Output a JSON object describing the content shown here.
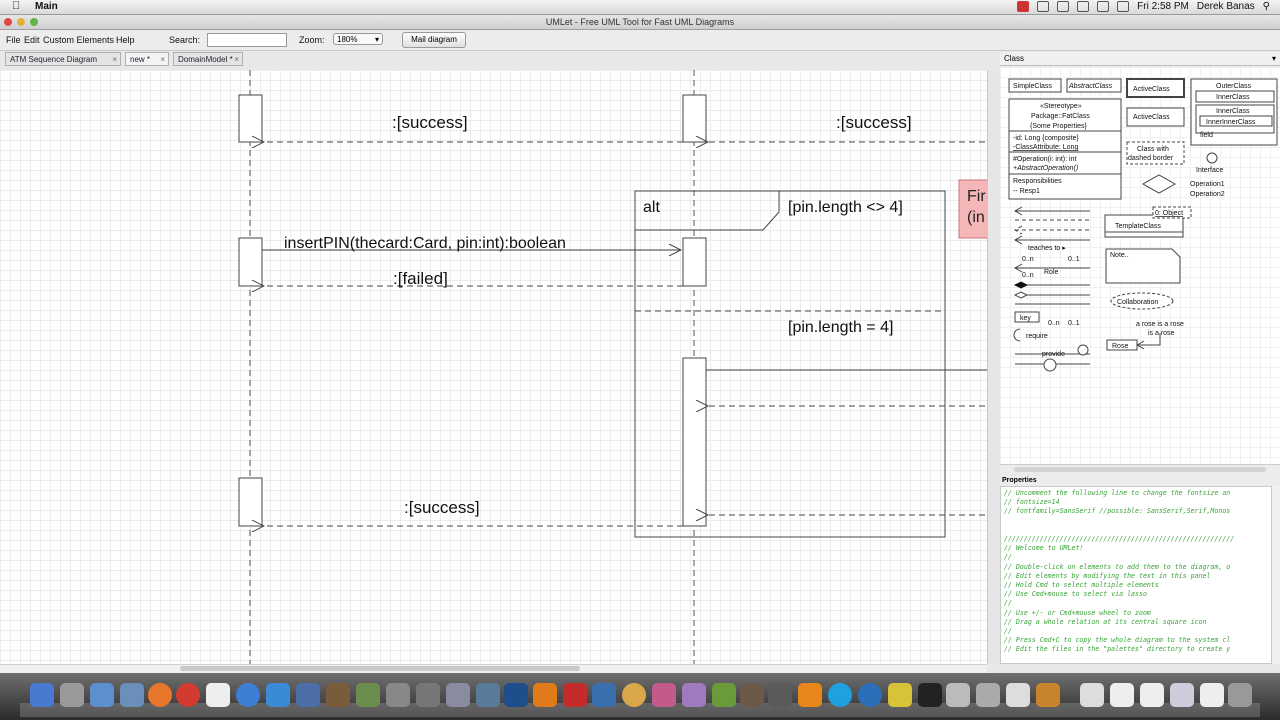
{
  "menubar": {
    "app_name": "Main",
    "clock": "Fri 2:58 PM",
    "user": "Derek Banas"
  },
  "window": {
    "title": "UMLet - Free UML Tool for Fast UML Diagrams"
  },
  "menu": {
    "file": "File",
    "edit": "Edit",
    "custom_elements": "Custom Elements",
    "help": "Help"
  },
  "toolbar": {
    "search_label": "Search:",
    "search_value": "",
    "zoom_label": "Zoom:",
    "zoom_value": "180%",
    "mail_button": "Mail diagram"
  },
  "tabs": [
    {
      "label": "ATM Sequence Diagram",
      "close": "×"
    },
    {
      "label": "new *",
      "close": "×"
    },
    {
      "label": "DomainModel *",
      "close": "×"
    }
  ],
  "diagram": {
    "messages": {
      "success_top_left": ":[success]",
      "success_top_right": ":[success]",
      "insert_pin": "insertPIN(thecard:Card, pin:int):boolean",
      "failed": ":[failed]",
      "success_bottom": ":[success]"
    },
    "alt": {
      "label": "alt",
      "guard_1": "[pin.length <> 4]",
      "guard_2": "[pin.length = 4]"
    },
    "pink_note": {
      "line_1": "Fir",
      "line_2": "(in"
    }
  },
  "palette": {
    "selector": "Class",
    "arrow": "▾",
    "items": {
      "simple_class": "SimpleClass",
      "abstract_class": "AbstractClass",
      "active_class_1": "ActiveClass",
      "active_class_2": "ActiveClass",
      "outer_class": "OuterClass",
      "inner_class": "InnerClass",
      "inner_class_2": "InnerClass",
      "inner_inner_class": "InnerInnerClass",
      "field": "field",
      "stereotype": "«Stereotype»",
      "package": "Package::FatClass",
      "some_properties": "{Some Properties}",
      "attr_1": "-id: Long {composite}",
      "attr_2": "-ClassAttribute: Long",
      "op_1": "#Operation(i: int): int",
      "op_2": "+AbstractOperation()",
      "responsibilities": "Responsibilities",
      "resp_1": "-- Resp1",
      "dashed_border_1": "Class with",
      "dashed_border_2": "dashed border",
      "interface": "Interface",
      "operation_1": "Operation1",
      "operation_2": "Operation2",
      "object": "0: Object",
      "template_class": "TemplateClass",
      "teaches_to": "teaches to ▸",
      "mult_0n": "0..n",
      "mult_01": "0..1",
      "mult_0n_b": "0..n",
      "role": "Role",
      "key": "key",
      "mult_0n_c": "0..n",
      "mult_01_b": "0..1",
      "require": "require",
      "provide": "provide",
      "note": "Note..",
      "collaboration": "Collaboration",
      "rose_1": "a rose is a rose",
      "rose_2": "is a rose",
      "rose": "Rose"
    }
  },
  "properties": {
    "title": "Properties",
    "lines": [
      "// Uncomment the following line to change the fontsize an",
      "// fontsize=14",
      "// fontfamily=SansSerif //possible: SansSerif,Serif,Monos",
      "",
      "",
      "//////////////////////////////////////////////////////////",
      "// Welcome to UMLet!",
      "//",
      "// Double-click on elements to add them to the diagram, o",
      "// Edit elements by modifying the text in this panel",
      "// Hold Cmd to select multiple elements",
      "// Use Cmd+mouse to select via lasso",
      "//",
      "// Use +/- or Cmd+mouse wheel to zoom",
      "// Drag a whole relation at its central square icon",
      "//",
      "// Press Cmd+C to copy the whole diagram to the system cl",
      "// Edit the files in the \"palettes\" directory to create y"
    ]
  },
  "colors": {
    "note_pink": "#f4b6b6",
    "comment_green": "#3aa53a",
    "line": "#444444"
  }
}
